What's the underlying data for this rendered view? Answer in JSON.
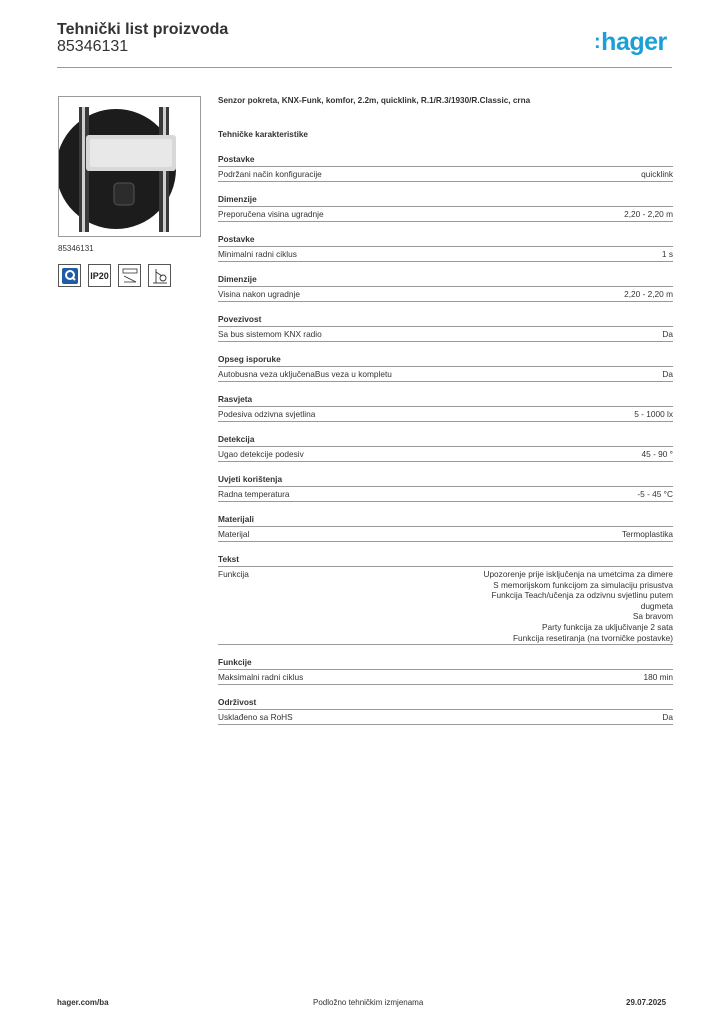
{
  "header": {
    "title": "Tehnički list proizvoda",
    "product_code": "85346131",
    "logo": "hager",
    "logo_color": "#1a9fd6"
  },
  "image": {
    "caption": "85346131"
  },
  "badges": [
    {
      "icon": "quicklink-icon",
      "text": ""
    },
    {
      "icon": "ip20-badge",
      "text": "IP20"
    },
    {
      "icon": "mounting-height-icon",
      "text": ""
    },
    {
      "icon": "installation-icon",
      "text": ""
    }
  ],
  "product": {
    "description": "Senzor pokreta, KNX-Funk, komfor, 2.2m, quicklink, R.1/R.3/1930/R.Classic, crna"
  },
  "tech_heading": "Tehničke karakteristike",
  "groups": [
    {
      "heading": "Postavke",
      "label": "Podržani način konfiguracije",
      "value": "quicklink"
    },
    {
      "heading": "Dimenzije",
      "label": "Preporučena visina ugradnje",
      "value": "2,20 - 2,20 m"
    },
    {
      "heading": "Postavke",
      "label": "Minimalni radni ciklus",
      "value": "1 s"
    },
    {
      "heading": "Dimenzije",
      "label": "Visina nakon ugradnje",
      "value": "2,20 - 2,20 m"
    },
    {
      "heading": "Povezivost",
      "label": "Sa bus sistemom KNX radio",
      "value": "Da"
    },
    {
      "heading": "Opseg isporuke",
      "label": "Autobusna veza uključenaBus veza u kompletu",
      "value": "Da"
    },
    {
      "heading": "Rasvjeta",
      "label": "Podesiva odzivna svjetlina",
      "value": "5 - 1000 lx"
    },
    {
      "heading": "Detekcija",
      "label": "Ugao detekcije podesiv",
      "value": "45 - 90 °"
    },
    {
      "heading": "Uvjeti korištenja",
      "label": "Radna temperatura",
      "value": "-5 - 45 °C"
    },
    {
      "heading": "Materijali",
      "label": "Materijal",
      "value": "Termoplastika"
    }
  ],
  "text_group": {
    "heading": "Tekst",
    "label": "Funkcija",
    "lines": [
      "Upozorenje prije isključenja na umetcima za dimere",
      "S memorijskom funkcijom za simulaciju prisustva",
      "Funkcija Teach/učenja za odzivnu svjetlinu putem",
      "dugmeta",
      "Sa bravom",
      "Party funkcija za uključivanje 2 sata",
      "Funkcija resetiranja (na tvorničke postavke)"
    ]
  },
  "groups_after": [
    {
      "heading": "Funkcije",
      "label": "Maksimalni radni ciklus",
      "value": "180 min"
    },
    {
      "heading": "Održivost",
      "label": "Usklađeno sa RoHS",
      "value": "Da"
    }
  ],
  "footer": {
    "left": "hager.com/ba",
    "center": "Podložno tehničkim izmjenama",
    "right": "29.07.2025"
  }
}
